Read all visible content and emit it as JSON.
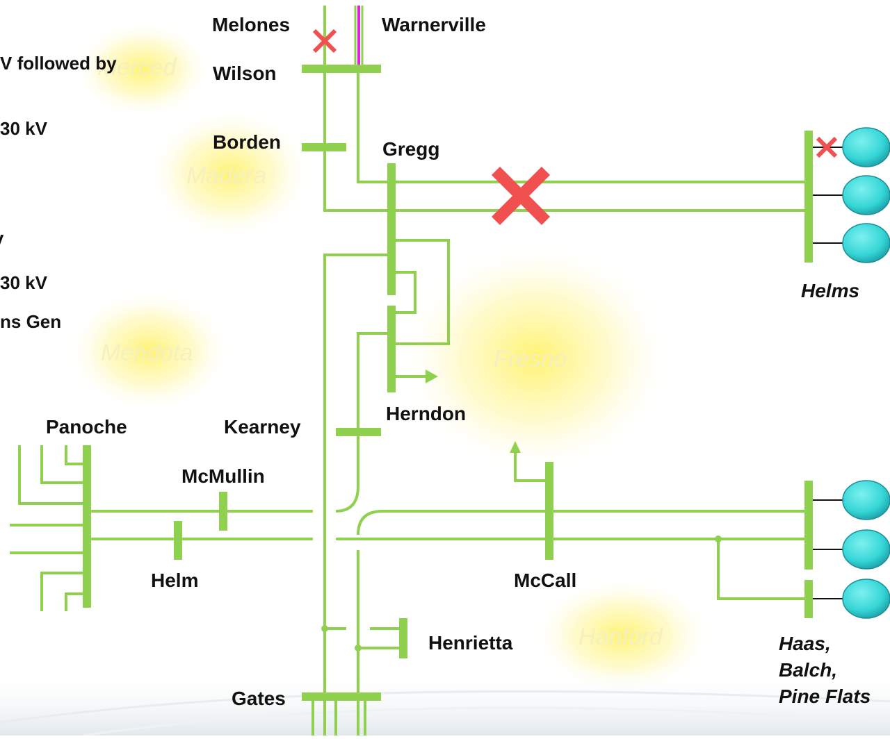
{
  "colors": {
    "line": "#8fd14f",
    "outage": "#f05050",
    "magenta": "#e020e0",
    "generator": "#36d6d6",
    "glow": "#fff27a",
    "city_text": "#f4f0c0"
  },
  "notes": [
    "V followed by",
    "30 kV",
    "V",
    "30 kV",
    "ns Gen"
  ],
  "cities": {
    "merced": "Merced",
    "madera": "Madera",
    "mendota": "Mendota",
    "fresno": "Fresno",
    "hanford": "Hanford"
  },
  "substations": {
    "melones": "Melones",
    "warnerville": "Warnerville",
    "wilson": "Wilson",
    "borden": "Borden",
    "gregg": "Gregg",
    "helms": "Helms",
    "herndon": "Herndon",
    "panoche": "Panoche",
    "kearney": "Kearney",
    "mcmullin": "McMullin",
    "helm": "Helm",
    "mccall": "McCall",
    "henrietta": "Henrietta",
    "gates": "Gates",
    "haas_group": [
      "Haas,",
      "Balch,",
      "Pine Flats"
    ]
  },
  "icons": [
    "outage-x-icon",
    "generator-icon",
    "load-arrow-icon"
  ]
}
